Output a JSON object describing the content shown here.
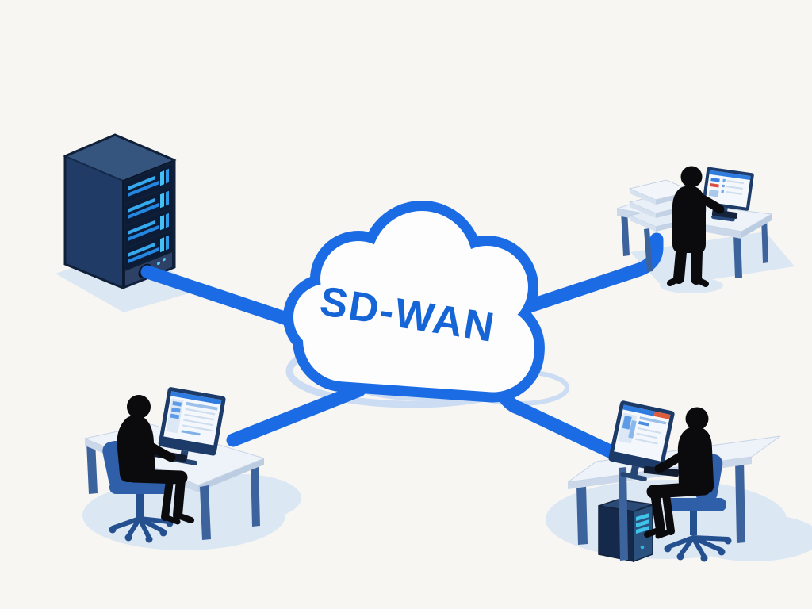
{
  "scene": {
    "title": "SD-WAN",
    "cloud_label": "SD-WAN",
    "type": "network-topology-illustration"
  },
  "nodes": [
    {
      "name": "sd-wan-cloud",
      "label": "SD-WAN",
      "position": "center"
    },
    {
      "name": "server-rack",
      "position": "top-left"
    },
    {
      "name": "standing-user-workstation",
      "position": "top-right"
    },
    {
      "name": "seated-user-workstation",
      "position": "bottom-left"
    },
    {
      "name": "seated-user-workstation-with-tower",
      "position": "bottom-right"
    }
  ],
  "links": [
    {
      "from": "server-rack",
      "to": "sd-wan-cloud"
    },
    {
      "from": "sd-wan-cloud",
      "to": "standing-user-workstation"
    },
    {
      "from": "sd-wan-cloud",
      "to": "seated-user-workstation"
    },
    {
      "from": "sd-wan-cloud",
      "to": "seated-user-workstation-with-tower"
    }
  ],
  "colors": {
    "background": "#f7f6f3",
    "link_blue": "#1b6ce4",
    "cloud_fill": "#fdfdfd",
    "cloud_outline": "#1b6ce4",
    "label_blue": "#1565d6",
    "ripple_blue": "#ccdcf2",
    "shadow_blue": "#dce7f4",
    "silhouette": "#0b0b0e",
    "navy_dark": "#13273f",
    "navy_mid": "#1d3b68",
    "glow_cyan": "#41b6f2",
    "chair_blue": "#2e5fa8",
    "chair_dark": "#24508f",
    "desk_top": "#eef3fa",
    "desk_edge": "#c6d4e6",
    "leg_blue": "#3d639c",
    "screen_bg": "#f4f8fd",
    "ui_blue": "#2f7ce0",
    "ui_red": "#de5b3c"
  }
}
